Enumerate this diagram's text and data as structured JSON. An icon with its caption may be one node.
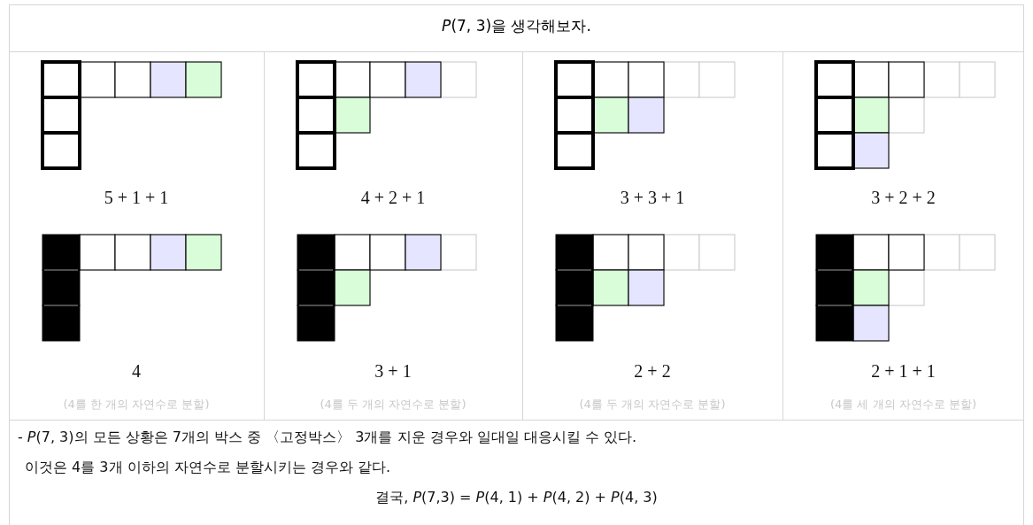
{
  "diagram": {
    "title": "*P*(7, 3)을 생각해보자.",
    "labels": [
      "5 + 1 + 1",
      "4 + 2 + 1",
      "3 + 3 + 1",
      "3 + 2 + 2",
      "4",
      "3 + 1",
      "2 + 2",
      "2 + 1 + 1",
      "(4를 한 개의 자연수로 분할)",
      "(4를 두 개의 자연수로 분할)",
      "(4를 두 개의 자연수로 분할)",
      "(4를 세 개의 자연수로 분할)",
      "- *P*(7, 3)의 모든 상황은 7개의 박스 중 〈고정박스〉 3개를 지운 경우와 일대일 대응시킬 수 있다.",
      "이것은 4를 3개 이하의 자연수로 분할시키는 경우와 같다.",
      "결국, *P*(7,3) = *P*(4, 1) + *P*(4, 2) + *P*(4, 3)"
    ]
  }
}
